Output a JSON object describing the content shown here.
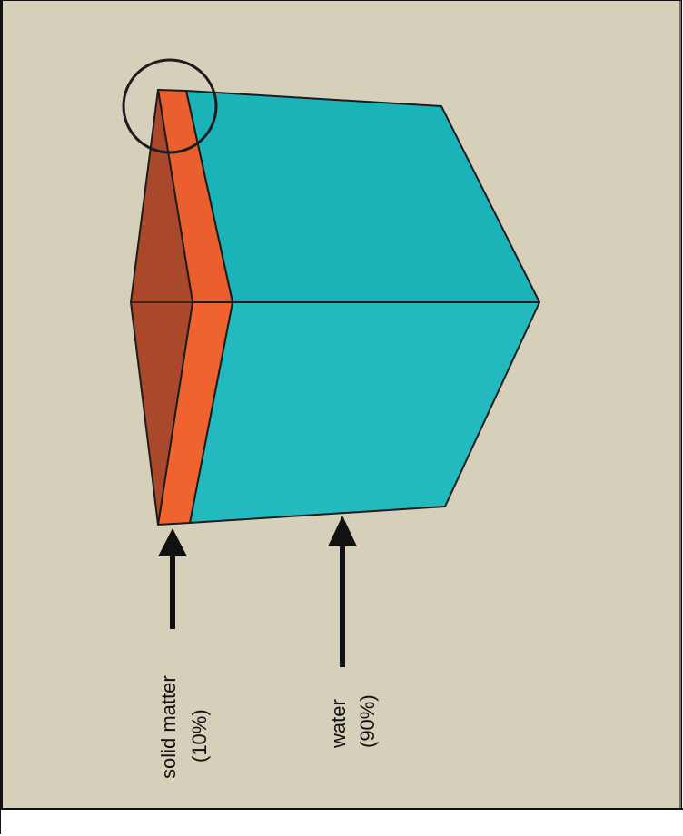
{
  "diagram": {
    "labels": {
      "solid_line1": "solid matter",
      "solid_line2": "(10%)",
      "water_line1": "water",
      "water_line2": "(90%)"
    },
    "composition": {
      "solid_matter_percent": 10,
      "water_percent": 90
    },
    "colors": {
      "background": "#d6d0bb",
      "frame": "#111111",
      "water_front": "#22b9bf",
      "water_right": "#1ab3b8",
      "solid_front": "#f0632f",
      "solid_right": "#ea5f2d",
      "solid_top": "#a9482a",
      "outline": "#1c1c1c"
    }
  }
}
